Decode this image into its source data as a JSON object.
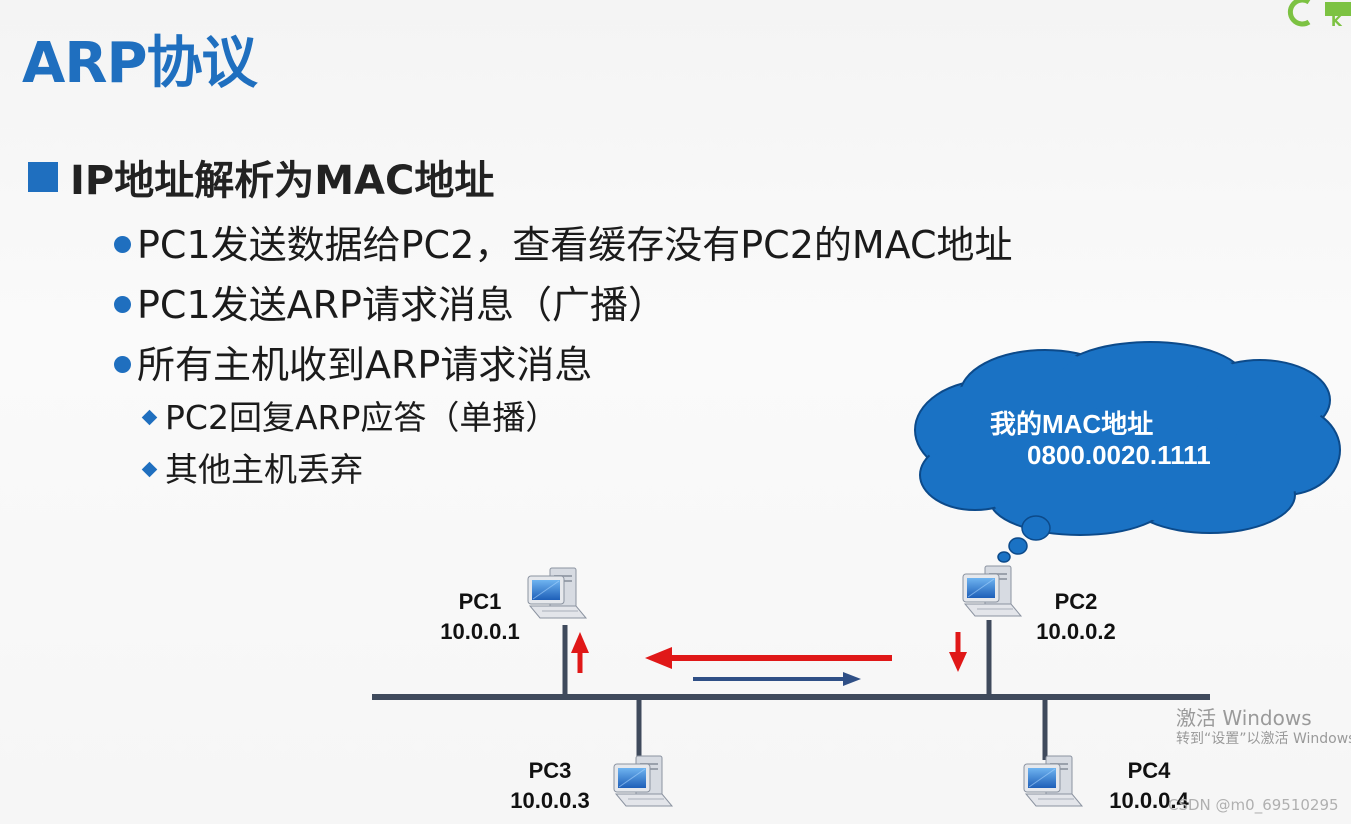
{
  "title": "ARP协议",
  "main_point": "IP地址解析为MAC地址",
  "bullets": [
    "PC1发送数据给PC2，查看缓存没有PC2的MAC地址",
    "PC1发送ARP请求消息（广播）",
    "所有主机收到ARP请求消息"
  ],
  "sub_bullets": [
    "PC2回复ARP应答（单播）",
    "其他主机丢弃"
  ],
  "cloud": {
    "line1": "我的MAC地址",
    "line2": "0800.0020.1111",
    "color": "#1a72c4"
  },
  "hosts": {
    "pc1": {
      "name": "PC1",
      "ip": "10.0.0.1"
    },
    "pc2": {
      "name": "PC2",
      "ip": "10.0.0.2"
    },
    "pc3": {
      "name": "PC3",
      "ip": "10.0.0.3"
    },
    "pc4": {
      "name": "PC4",
      "ip": "10.0.0.4"
    }
  },
  "colors": {
    "title": "#1f6fbf",
    "bus": "#3f4a5c",
    "arrow_red": "#e01818",
    "arrow_blue": "#2f4f86"
  },
  "watermark": {
    "activate_line1": "激活 Windows",
    "activate_line2": "转到“设置”以激活 Windows。",
    "csdn": "CSDN @m0_69510295"
  }
}
